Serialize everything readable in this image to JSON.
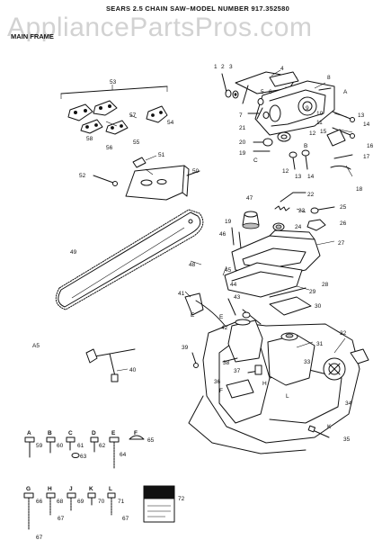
{
  "header": {
    "title": "SEARS 2.5 CHAIN SAW–MODEL NUMBER 917.352580",
    "section": "MAIN FRAME",
    "watermark": "AppliancePartsPros.com",
    "sub_label": "A5"
  },
  "callouts": [
    {
      "id": "c1",
      "text": "1"
    },
    {
      "id": "c2",
      "text": "2"
    },
    {
      "id": "c3",
      "text": "3"
    },
    {
      "id": "c4",
      "text": "4"
    },
    {
      "id": "c5",
      "text": "5"
    },
    {
      "id": "c6",
      "text": "6"
    },
    {
      "id": "c7",
      "text": "7"
    },
    {
      "id": "c8",
      "text": "8"
    },
    {
      "id": "c9",
      "text": "9"
    },
    {
      "id": "c10",
      "text": "10"
    },
    {
      "id": "c11",
      "text": "11"
    },
    {
      "id": "c12",
      "text": "12"
    },
    {
      "id": "c12b",
      "text": "12"
    },
    {
      "id": "c13",
      "text": "13"
    },
    {
      "id": "c13b",
      "text": "13"
    },
    {
      "id": "c14",
      "text": "14"
    },
    {
      "id": "c14b",
      "text": "14"
    },
    {
      "id": "c15",
      "text": "15"
    },
    {
      "id": "c16",
      "text": "16"
    },
    {
      "id": "c17",
      "text": "17"
    },
    {
      "id": "c18",
      "text": "18"
    },
    {
      "id": "c19",
      "text": "19"
    },
    {
      "id": "c19b",
      "text": "19"
    },
    {
      "id": "c20",
      "text": "20"
    },
    {
      "id": "c21",
      "text": "21"
    },
    {
      "id": "c22",
      "text": "22"
    },
    {
      "id": "c23",
      "text": "23"
    },
    {
      "id": "c24",
      "text": "24"
    },
    {
      "id": "c25",
      "text": "25"
    },
    {
      "id": "c26",
      "text": "26"
    },
    {
      "id": "c27",
      "text": "27"
    },
    {
      "id": "c28",
      "text": "28"
    },
    {
      "id": "c29",
      "text": "29"
    },
    {
      "id": "c30",
      "text": "30"
    },
    {
      "id": "c31",
      "text": "31"
    },
    {
      "id": "c32",
      "text": "32"
    },
    {
      "id": "c33",
      "text": "33"
    },
    {
      "id": "c34",
      "text": "34"
    },
    {
      "id": "c35",
      "text": "35"
    },
    {
      "id": "c36",
      "text": "36"
    },
    {
      "id": "c37",
      "text": "37"
    },
    {
      "id": "c38",
      "text": "38"
    },
    {
      "id": "c39",
      "text": "39"
    },
    {
      "id": "c40",
      "text": "40"
    },
    {
      "id": "c41",
      "text": "41"
    },
    {
      "id": "c42",
      "text": "42"
    },
    {
      "id": "c43",
      "text": "43"
    },
    {
      "id": "c44",
      "text": "44"
    },
    {
      "id": "c45",
      "text": "45"
    },
    {
      "id": "c46",
      "text": "46"
    },
    {
      "id": "c47",
      "text": "47"
    },
    {
      "id": "c48",
      "text": "48"
    },
    {
      "id": "c49",
      "text": "49"
    },
    {
      "id": "c50",
      "text": "50"
    },
    {
      "id": "c51",
      "text": "51"
    },
    {
      "id": "c52",
      "text": "52"
    },
    {
      "id": "c53",
      "text": "53"
    },
    {
      "id": "c54",
      "text": "54"
    },
    {
      "id": "c55",
      "text": "55"
    },
    {
      "id": "c56",
      "text": "56"
    },
    {
      "id": "c57",
      "text": "57"
    },
    {
      "id": "c58",
      "text": "58"
    },
    {
      "id": "c59",
      "text": "59"
    },
    {
      "id": "c60",
      "text": "60"
    },
    {
      "id": "c61",
      "text": "61"
    },
    {
      "id": "c62",
      "text": "62"
    },
    {
      "id": "c63",
      "text": "63"
    },
    {
      "id": "c64",
      "text": "64"
    },
    {
      "id": "c65",
      "text": "65"
    },
    {
      "id": "c66",
      "text": "66"
    },
    {
      "id": "c67a",
      "text": "67"
    },
    {
      "id": "c67b",
      "text": "67"
    },
    {
      "id": "c67c",
      "text": "67"
    },
    {
      "id": "c68",
      "text": "68"
    },
    {
      "id": "c69",
      "text": "69"
    },
    {
      "id": "c70",
      "text": "70"
    },
    {
      "id": "c71",
      "text": "71"
    },
    {
      "id": "c72",
      "text": "72"
    }
  ],
  "hardware_letters": [
    {
      "id": "hA",
      "text": "A"
    },
    {
      "id": "hB",
      "text": "B"
    },
    {
      "id": "hC",
      "text": "C"
    },
    {
      "id": "hD",
      "text": "D"
    },
    {
      "id": "hE",
      "text": "E"
    },
    {
      "id": "hF",
      "text": "F"
    },
    {
      "id": "hG",
      "text": "G"
    },
    {
      "id": "hH",
      "text": "H"
    },
    {
      "id": "hJ",
      "text": "J"
    },
    {
      "id": "hK",
      "text": "K"
    },
    {
      "id": "hL",
      "text": "L"
    }
  ],
  "reference_letters": [
    {
      "id": "rA1",
      "text": "A"
    },
    {
      "id": "rB1",
      "text": "B"
    },
    {
      "id": "rC1",
      "text": "C"
    },
    {
      "id": "rE1",
      "text": "E"
    },
    {
      "id": "rE2",
      "text": "E"
    },
    {
      "id": "rF1",
      "text": "F"
    },
    {
      "id": "rH1",
      "text": "H"
    },
    {
      "id": "rK1",
      "text": "K"
    },
    {
      "id": "rL1",
      "text": "L"
    }
  ]
}
